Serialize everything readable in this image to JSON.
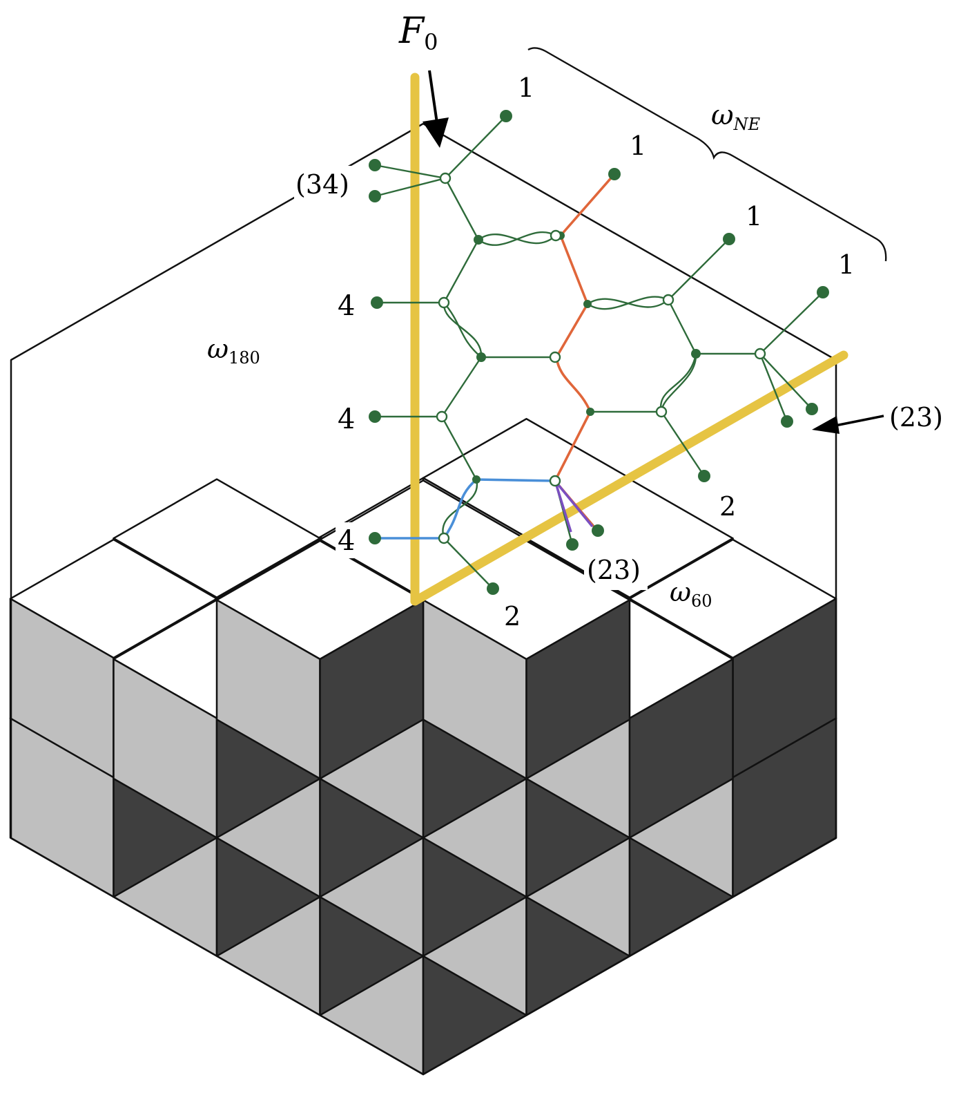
{
  "labels": {
    "f0": "F",
    "f0_sub": "0",
    "omega_ne": "ω",
    "omega_ne_sub": "NE",
    "omega_180": "ω",
    "omega_180_sub": "180",
    "omega_60": "ω",
    "omega_60_sub": "60",
    "perm_34": "(34)",
    "perm_23_right": "(23)",
    "perm_23_mid": "(23)",
    "one_a": "1",
    "one_b": "1",
    "one_c": "1",
    "one_d": "1",
    "four_a": "4",
    "four_b": "4",
    "four_c": "4",
    "two_a": "2",
    "two_b": "2"
  },
  "colors": {
    "tile_top": "#ffffff",
    "tile_left": "#bfbfbf",
    "tile_right": "#3f3f3f",
    "outline": "#111111",
    "frozen_line": "#e6c443",
    "graph": "#2e6b3a",
    "path_orange": "#e0663a",
    "path_blue": "#4a8fd8",
    "path_purple": "#7a4fc0"
  }
}
